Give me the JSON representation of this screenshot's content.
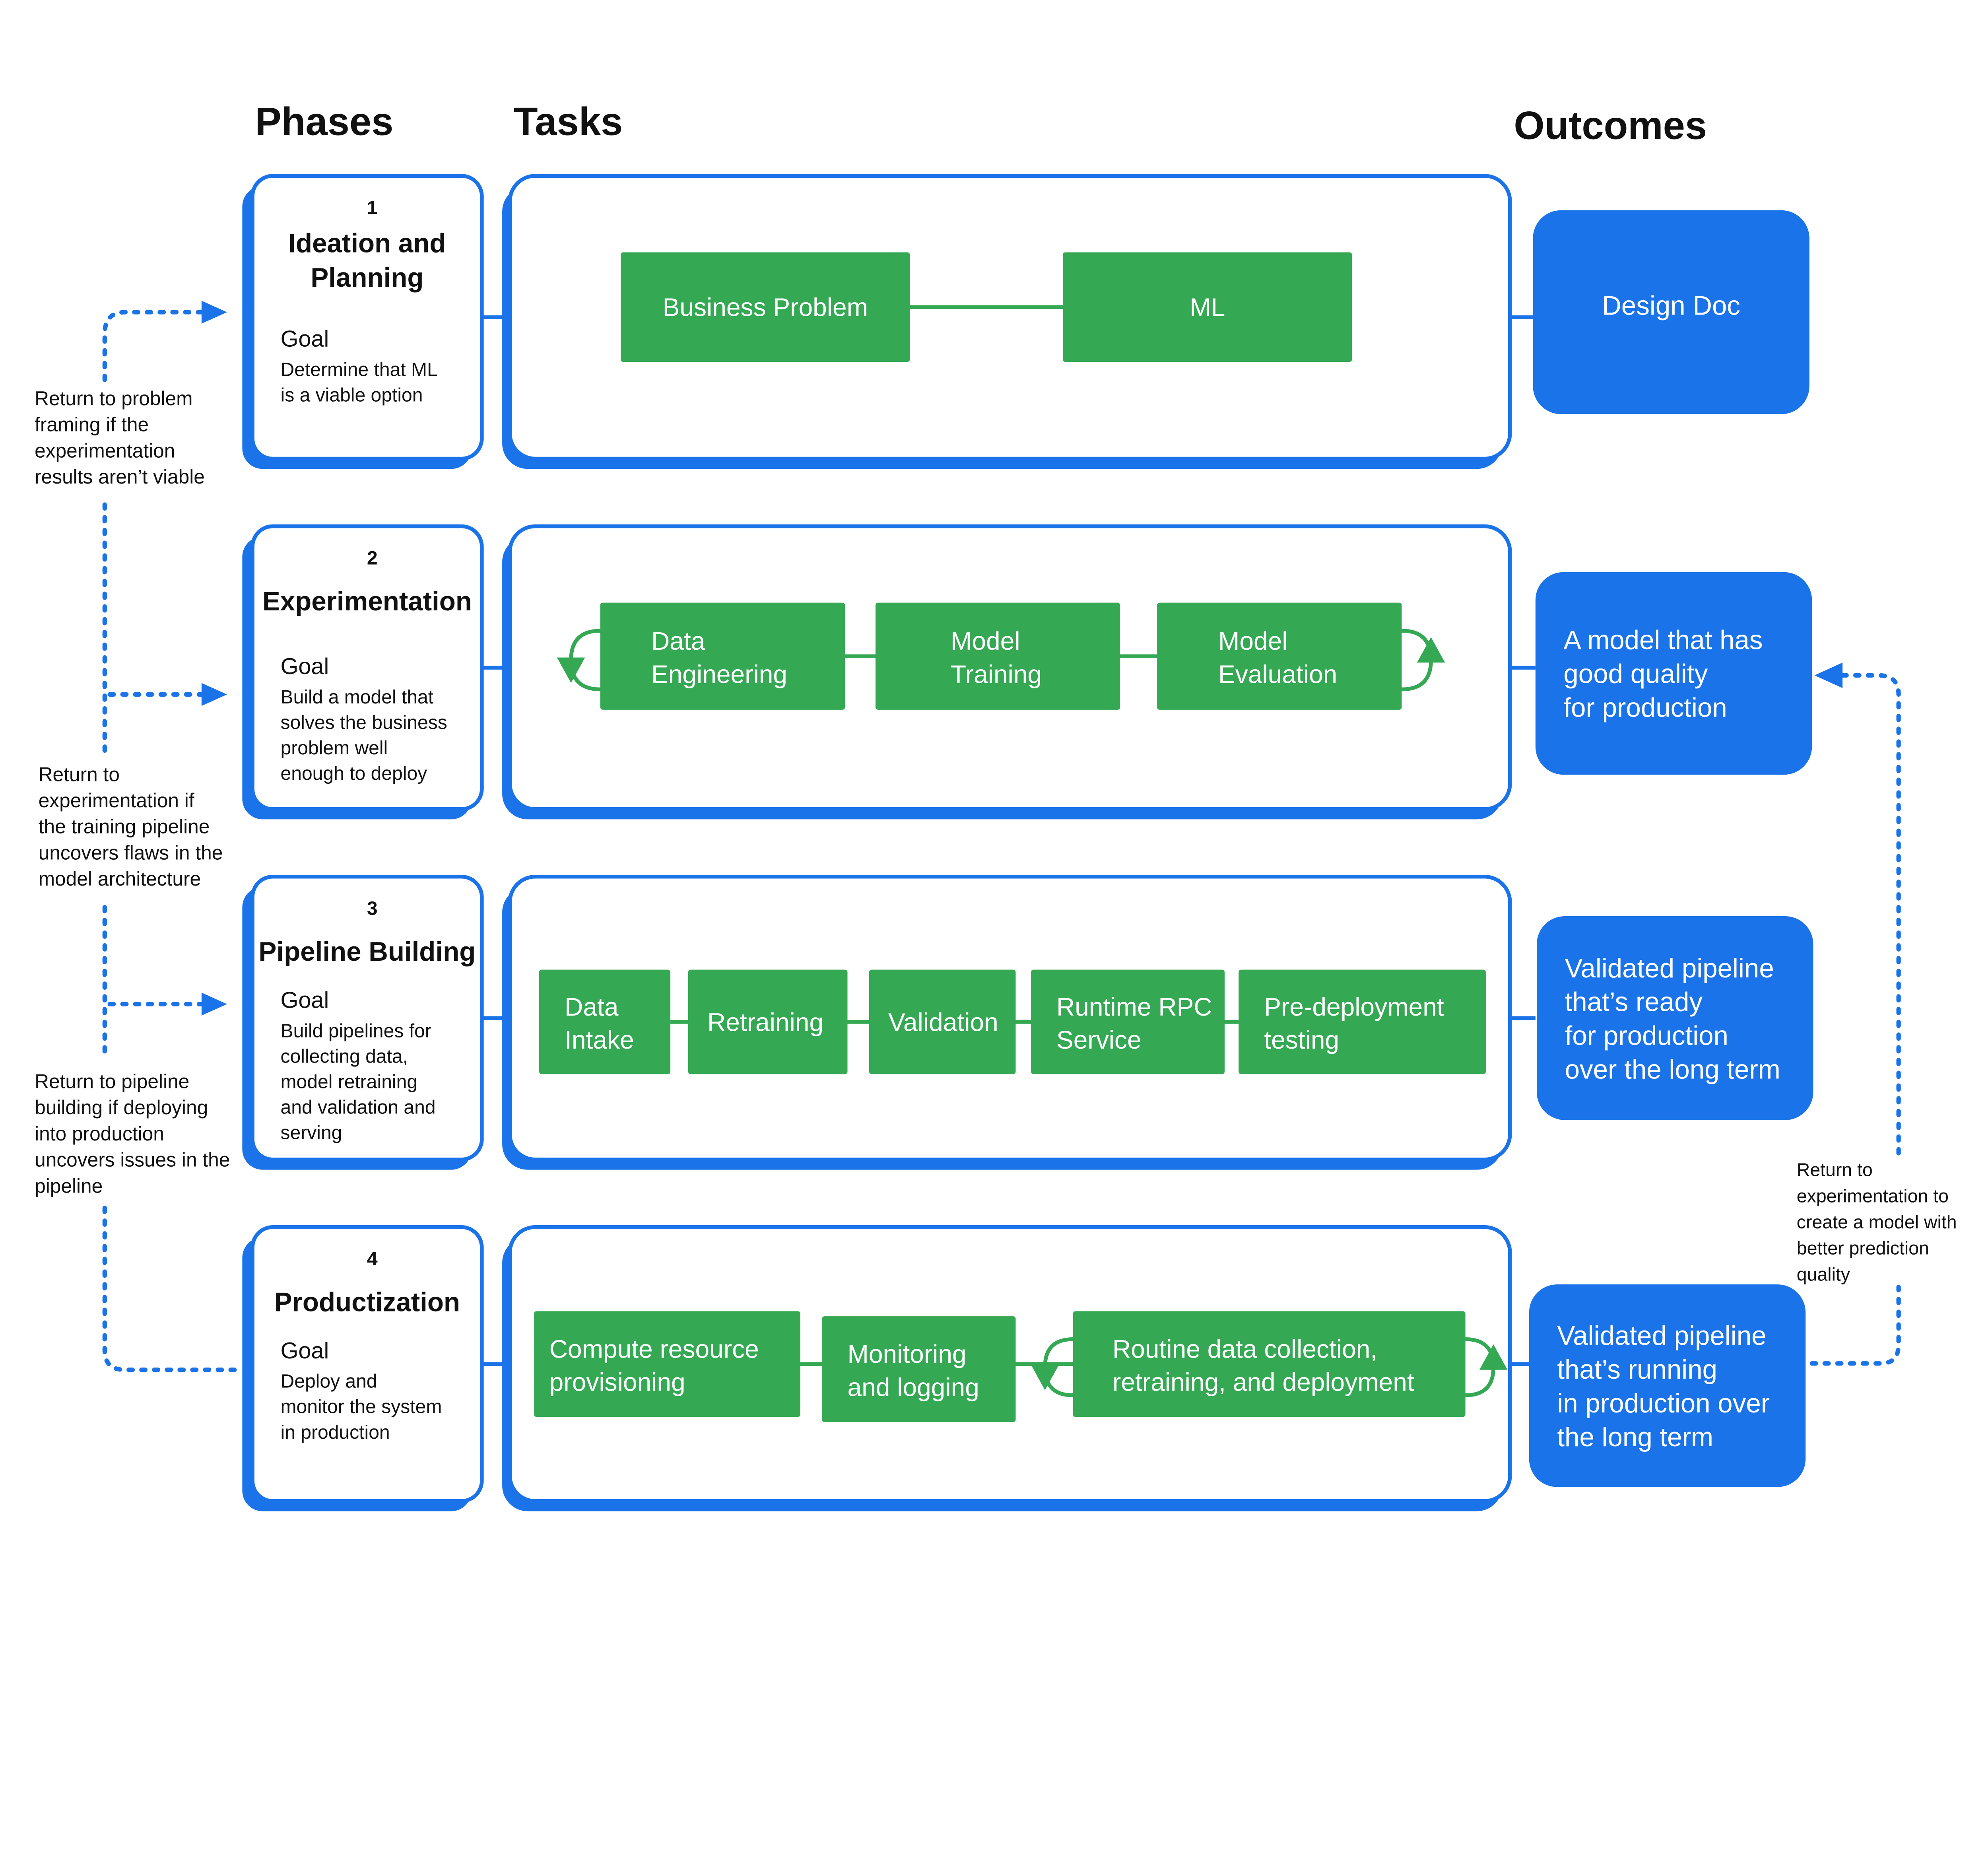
{
  "colors": {
    "blue": "#1a73e8",
    "green": "#34a853"
  },
  "headers": {
    "phases": "Phases",
    "tasks": "Tasks",
    "outcomes": "Outcomes"
  },
  "phases": [
    {
      "number": "1",
      "title": [
        "Ideation and",
        "Planning"
      ],
      "goal": "Goal",
      "body": [
        "Determine that ML",
        "is a viable option"
      ]
    },
    {
      "number": "2",
      "title": [
        "Experimentation"
      ],
      "goal": "Goal",
      "body": [
        "Build a model that",
        "solves the business",
        "problem well",
        "enough to deploy"
      ]
    },
    {
      "number": "3",
      "title": [
        "Pipeline Building"
      ],
      "goal": "Goal",
      "body": [
        "Build pipelines for",
        "collecting data,",
        "model retraining",
        "and validation and",
        "serving"
      ]
    },
    {
      "number": "4",
      "title": [
        "Productization"
      ],
      "goal": "Goal",
      "body": [
        "Deploy and",
        "monitor the system",
        "in production"
      ]
    }
  ],
  "tasks": [
    [
      [
        "Business Problem"
      ],
      [
        "ML"
      ]
    ],
    [
      [
        "Data",
        "Engineering"
      ],
      [
        "Model",
        "Training"
      ],
      [
        "Model",
        "Evaluation"
      ]
    ],
    [
      [
        "Data",
        "Intake"
      ],
      [
        "Retraining"
      ],
      [
        "Validation"
      ],
      [
        "Runtime RPC",
        "Service"
      ],
      [
        "Pre-deployment",
        "testing"
      ]
    ],
    [
      [
        "Compute  resource",
        "provisioning"
      ],
      [
        "Monitoring",
        "and logging"
      ],
      [
        "Routine data collection,",
        "retraining, and deployment"
      ]
    ]
  ],
  "outcomes": [
    [
      "Design Doc"
    ],
    [
      "A model that has",
      "good quality",
      "for production"
    ],
    [
      "Validated pipeline",
      "that’s ready",
      "for production",
      "over the long term"
    ],
    [
      "Validated pipeline",
      "that’s running",
      "in production over",
      "the long term"
    ]
  ],
  "notes": {
    "return_problem": [
      "Return to problem",
      "framing if the",
      "experimentation",
      "results aren’t viable"
    ],
    "return_experimentation": [
      "Return to",
      "experimentation if",
      "the training pipeline",
      "uncovers flaws in the",
      "model architecture"
    ],
    "return_pipeline": [
      "Return to pipeline",
      "building if deploying",
      "into production",
      "uncovers issues in the",
      "pipeline"
    ],
    "return_better_model": [
      "Return to",
      "experimentation to",
      "create a model with",
      "better prediction",
      "quality"
    ]
  }
}
